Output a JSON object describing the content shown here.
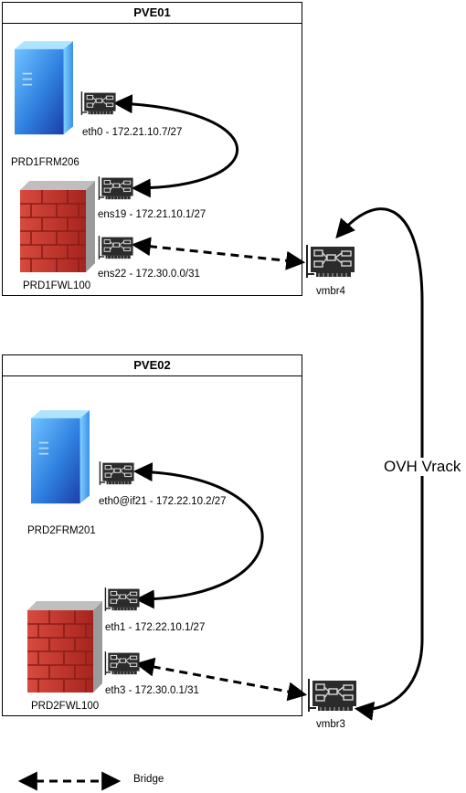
{
  "pve01": {
    "title": "PVE01",
    "server_label": "PRD1FRM206",
    "firewall_label": "PRD1FWL100",
    "nic_server": "eth0 - 172.21.10.7/27",
    "nic_fw_lan": "ens19 - 172.21.10.1/27",
    "nic_fw_wan": "ens22 - 172.30.0.0/31"
  },
  "pve02": {
    "title": "PVE02",
    "server_label": "PRD2FRM201",
    "firewall_label": "PRD2FWL100",
    "nic_server": "eth0@if21 - 172.22.10.2/27",
    "nic_fw_lan": "eth1 - 172.22.10.1/27",
    "nic_fw_wan": "eth3 - 172.30.0.1/31"
  },
  "bridges": {
    "top": "vmbr4",
    "bottom": "vmbr3"
  },
  "link_label": "OVH Vrack",
  "legend": {
    "bridge": "Bridge"
  },
  "icons": [
    "server-icon",
    "firewall-icon",
    "nic-icon"
  ],
  "colors": {
    "server_blue": "#2f6fd6",
    "brick_red": "#c0302a",
    "nic_dark": "#2d2d2d"
  }
}
